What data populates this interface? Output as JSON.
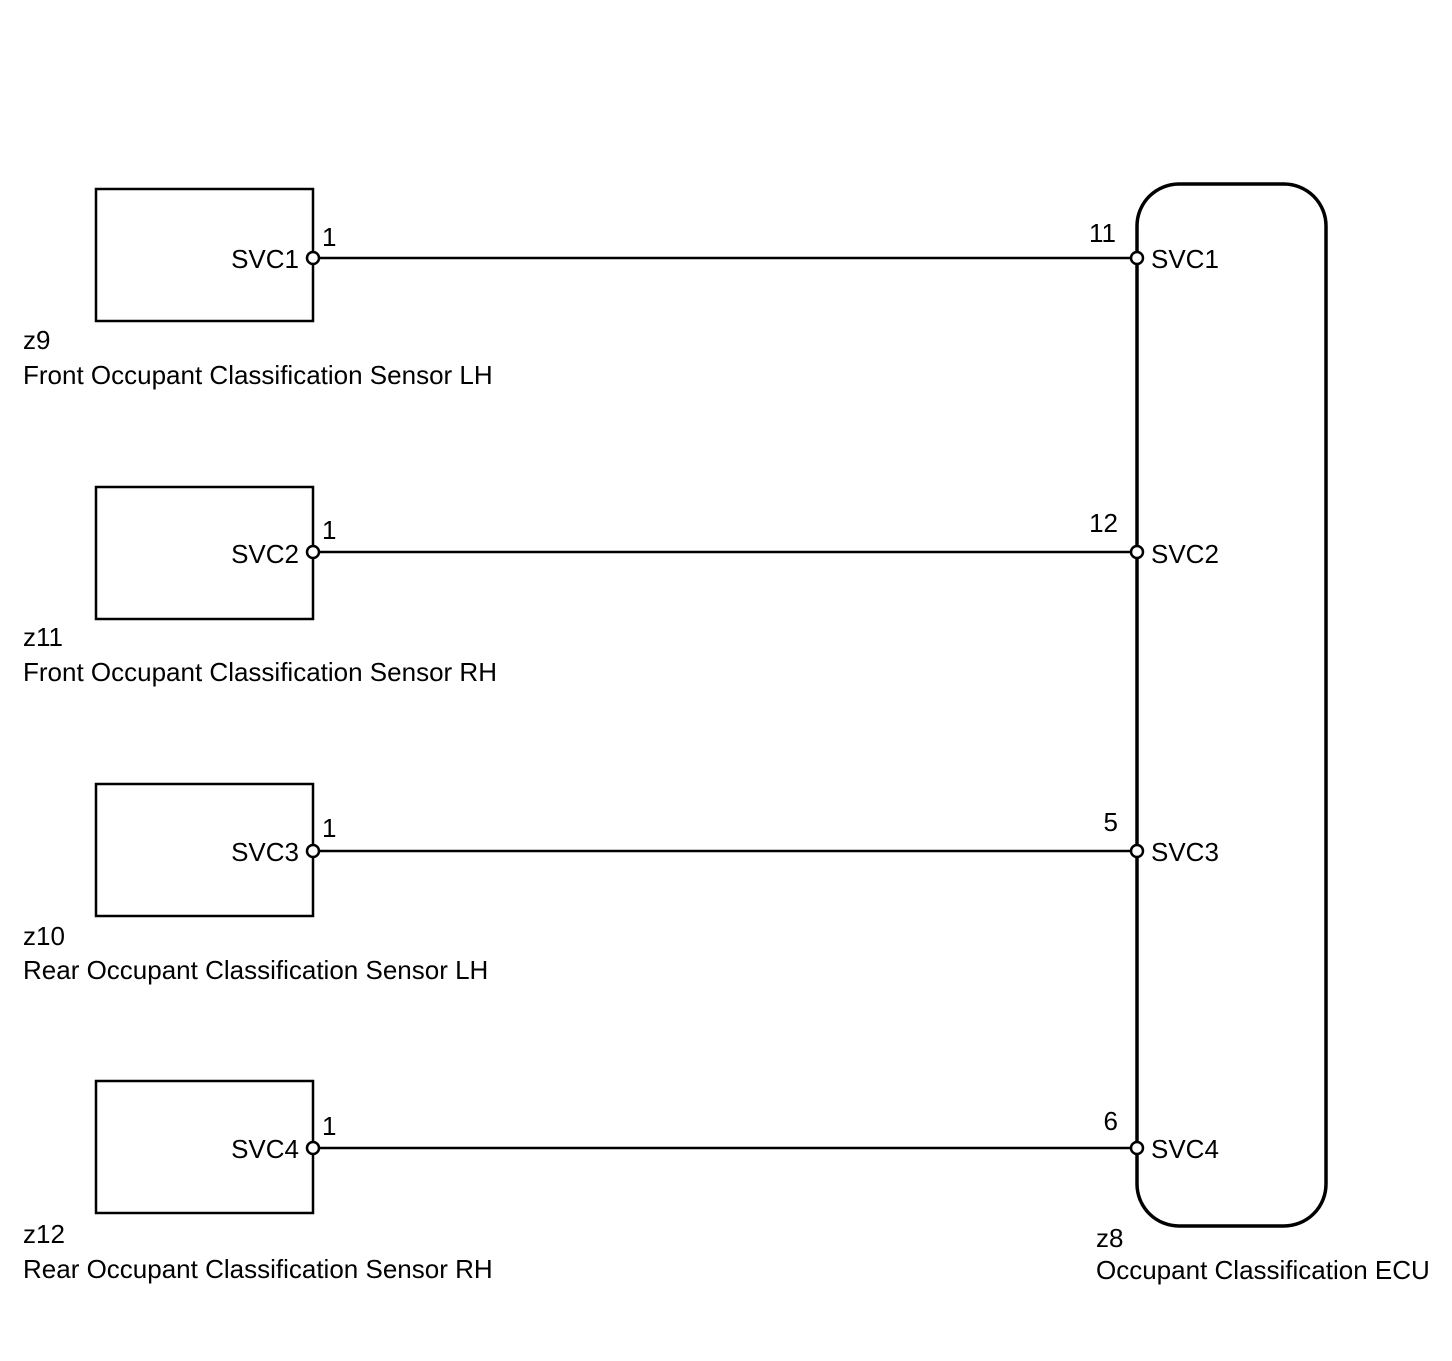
{
  "sensors": [
    {
      "code": "z9",
      "name": "Front Occupant Classification Sensor LH",
      "signal": "SVC1",
      "pin": "1"
    },
    {
      "code": "z11",
      "name": "Front Occupant Classification Sensor RH",
      "signal": "SVC2",
      "pin": "1"
    },
    {
      "code": "z10",
      "name": "Rear Occupant Classification Sensor LH",
      "signal": "SVC3",
      "pin": "1"
    },
    {
      "code": "z12",
      "name": "Rear Occupant Classification Sensor RH",
      "signal": "SVC4",
      "pin": "1"
    }
  ],
  "ecu": {
    "code": "z8",
    "name": "Occupant Classification ECU",
    "pins": [
      {
        "pin": "11",
        "signal": "SVC1"
      },
      {
        "pin": "12",
        "signal": "SVC2"
      },
      {
        "pin": "5",
        "signal": "SVC3"
      },
      {
        "pin": "6",
        "signal": "SVC4"
      }
    ]
  }
}
